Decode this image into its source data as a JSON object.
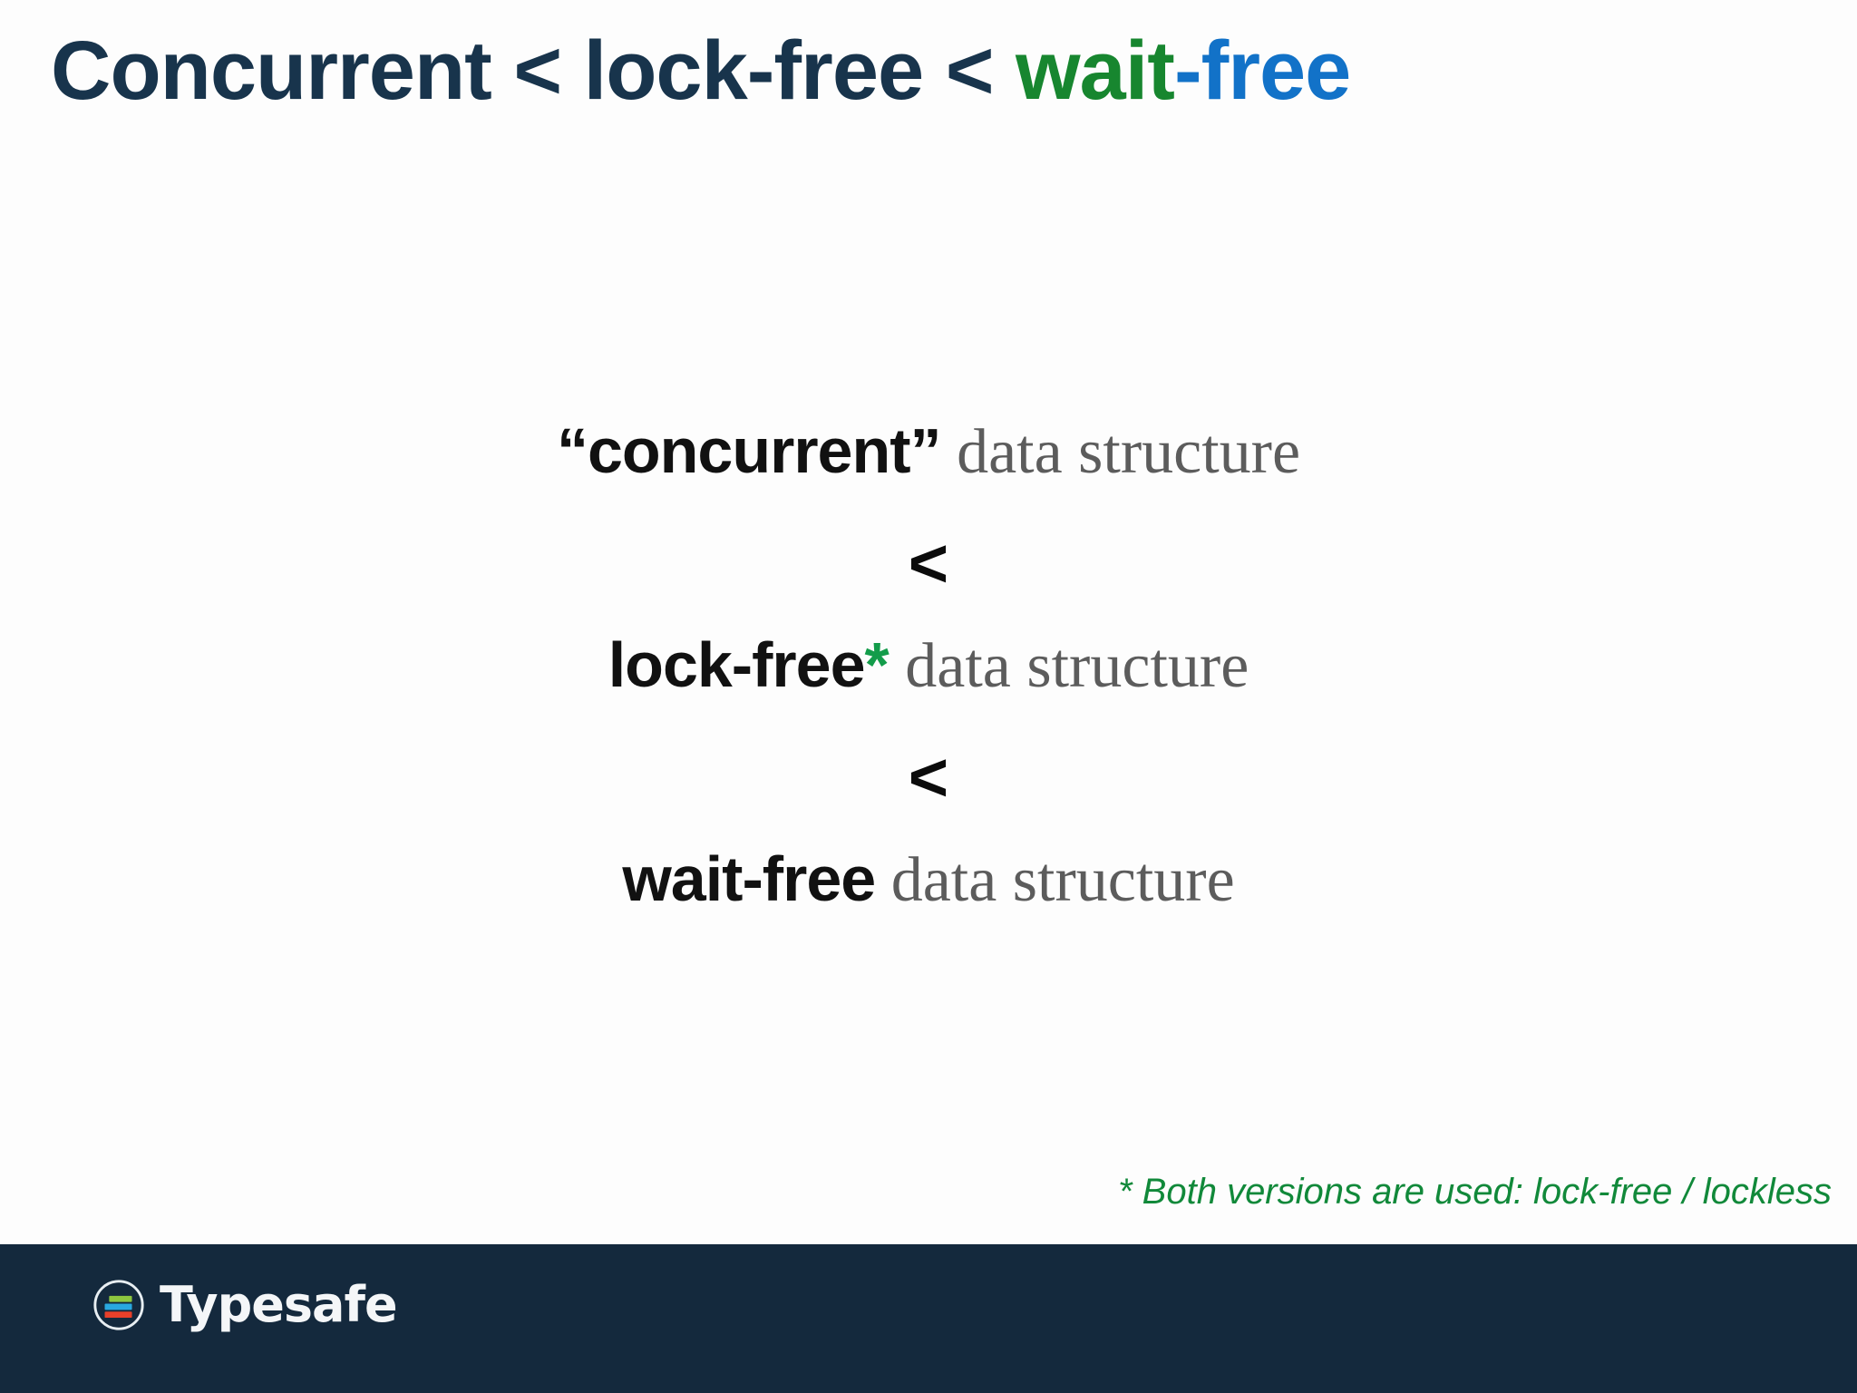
{
  "slide": {
    "background_color": "#fdfdfd",
    "title": {
      "part1": "Concurrent < lock-free < ",
      "part_green": "wait",
      "part_blue": "-free",
      "full_text": "Concurrent < lock-free < wait-free",
      "navy_color": "#18344c",
      "green_color": "#17862f",
      "blue_color": "#1272c8"
    },
    "body": {
      "line1": {
        "term": "“concurrent”",
        "suffix": " data structure"
      },
      "operator1": "<",
      "line2": {
        "term": "lock-free",
        "star": "*",
        "suffix": " data structure"
      },
      "operator2": "<",
      "line3": {
        "term": "wait-free",
        "suffix": " data structure"
      },
      "term_color": "#111111",
      "suffix_color": "#5c5c5c",
      "star_color": "#139c4a"
    },
    "footnote": {
      "text": "* Both versions are used: lock-free / lockless",
      "color": "#11893a"
    },
    "footer": {
      "background_color": "#14293d",
      "brand": "Typesafe",
      "logo_bar_colors": {
        "top": "#8dc63f",
        "middle": "#29a8df",
        "bottom": "#e8402a"
      },
      "logo_ring_color": "#e8eef2"
    }
  }
}
